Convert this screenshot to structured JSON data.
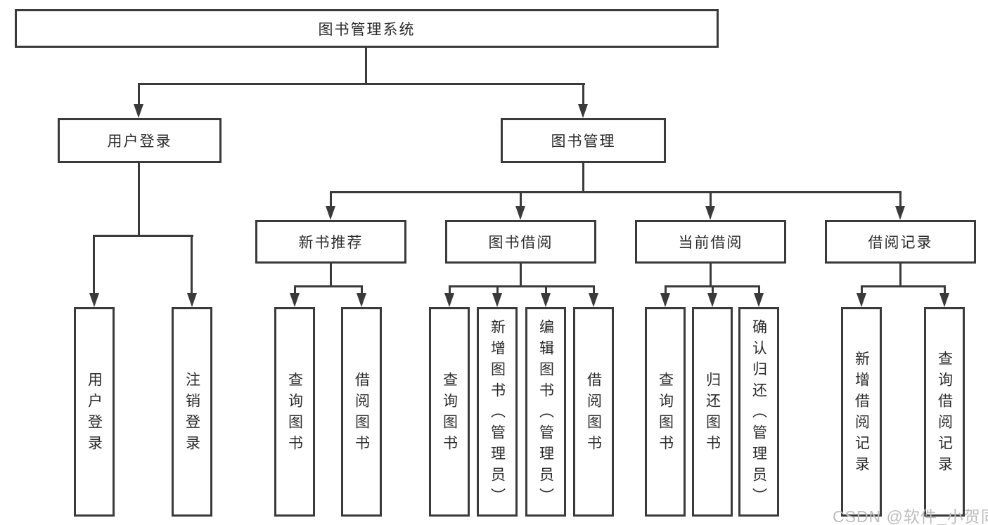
{
  "tree": {
    "root": "图书管理系统",
    "branches": [
      {
        "label": "用户登录",
        "leaves": [
          "用户登录",
          "注销登录"
        ]
      },
      {
        "label": "图书管理",
        "groups": [
          {
            "label": "新书推荐",
            "leaves": [
              "查询图书",
              "借阅图书"
            ]
          },
          {
            "label": "图书借阅",
            "leaves": [
              "查询图书",
              "新增图书（管理员）",
              "编辑图书（管理员）",
              "借阅图书"
            ]
          },
          {
            "label": "当前借阅",
            "leaves": [
              "查询图书",
              "归还图书",
              "确认归还（管理员）"
            ]
          },
          {
            "label": "借阅记录",
            "leaves": [
              "新增借阅记录",
              "查询借阅记录"
            ]
          }
        ]
      }
    ]
  },
  "colors": {
    "line": "#3a3a3a",
    "text": "#2b2b2b",
    "watermark": "#bdbdbd"
  },
  "watermark": "CSDN @软件_小贺同学"
}
